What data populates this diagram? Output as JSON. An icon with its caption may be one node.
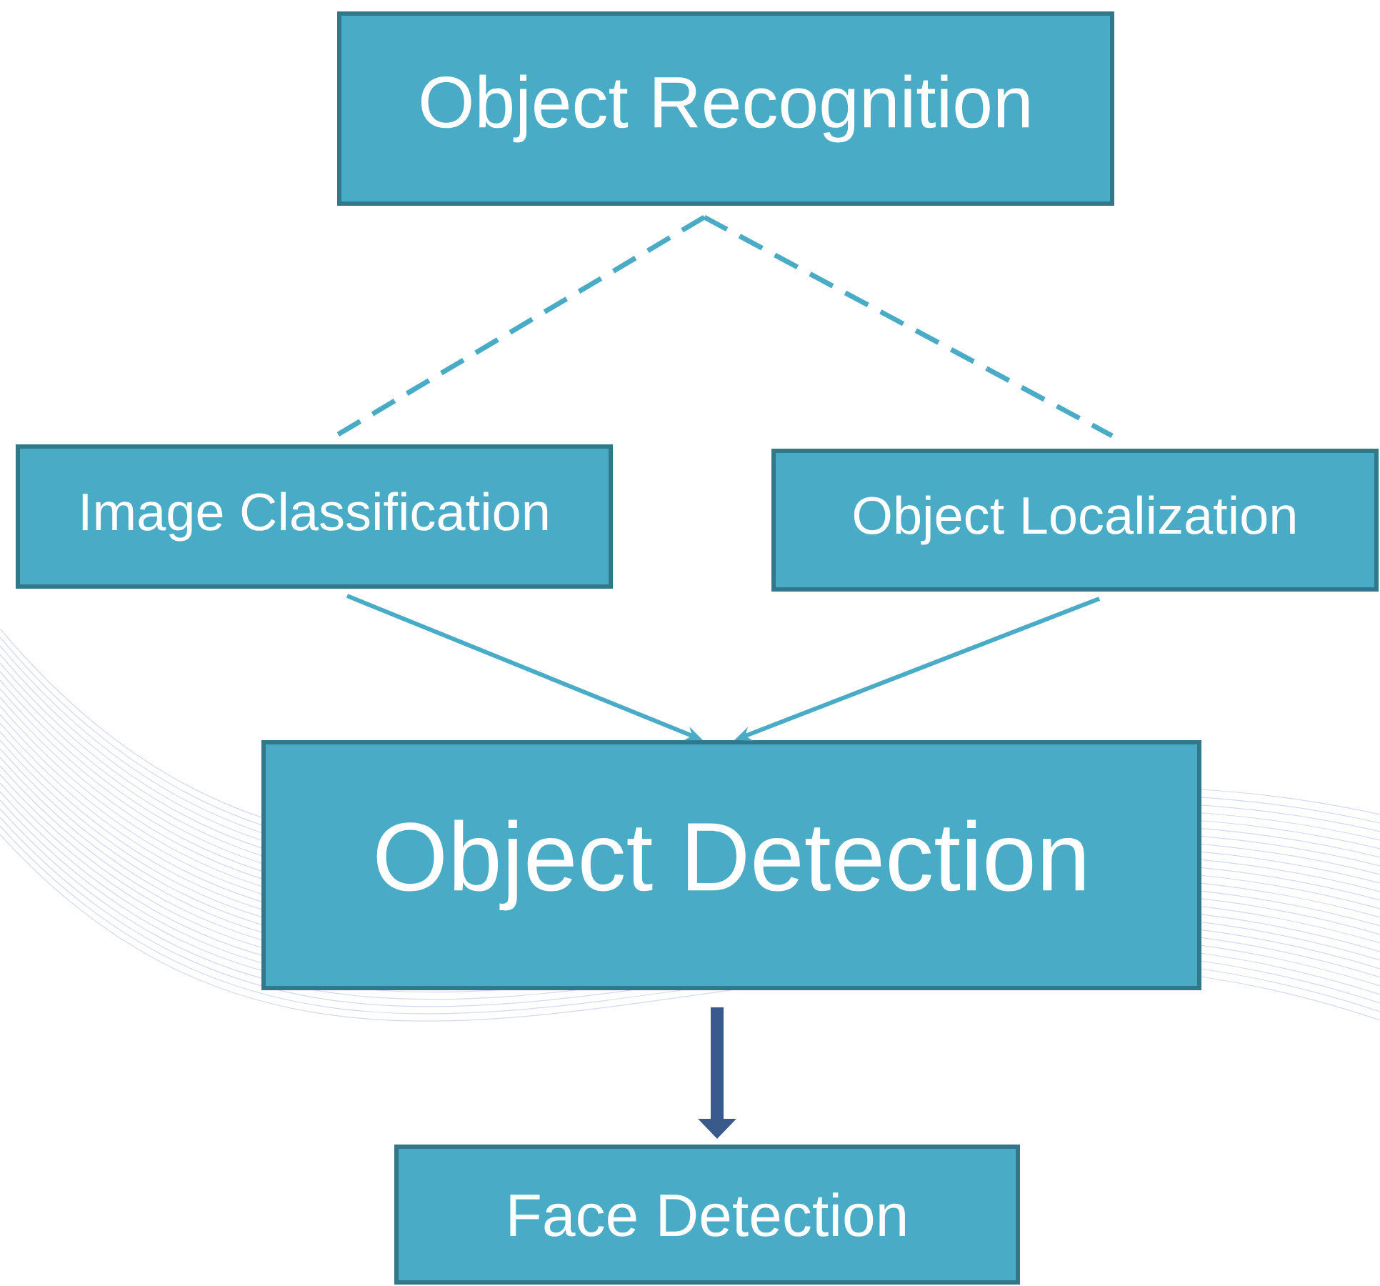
{
  "diagram": {
    "nodes": [
      {
        "text": [
          "Object Recognition"
        ]
      },
      {
        "text": [
          "Image Classification"
        ]
      },
      {
        "text": [
          "Object Localization"
        ]
      },
      {
        "text": [
          "Object Detection"
        ]
      },
      {
        "text": [
          "Face Detection"
        ]
      }
    ],
    "edges": [
      {
        "from": 0,
        "to": 1,
        "arrow": "none",
        "style": "dashed"
      },
      {
        "from": 0,
        "to": 2,
        "arrow": "none",
        "style": "dashed"
      },
      {
        "from": 1,
        "to": 3,
        "arrow": "to"
      },
      {
        "from": 2,
        "to": 3,
        "arrow": "to"
      },
      {
        "from": 3,
        "to": 4,
        "arrow": "to",
        "style": "thick",
        "color": "#3a5a8c"
      }
    ]
  }
}
